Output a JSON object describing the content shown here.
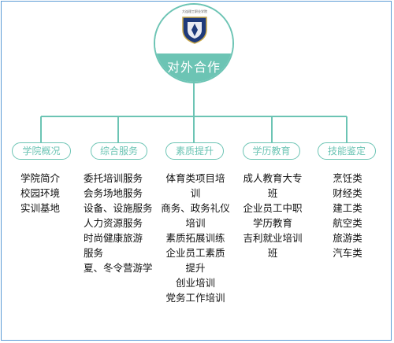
{
  "center": {
    "title": "对外合作",
    "emblem_text": "大连理工职业学院"
  },
  "categories": [
    {
      "label": "学院概况",
      "items": [
        "学院简介",
        "校园环境",
        "实训基地"
      ]
    },
    {
      "label": "综合服务",
      "items": [
        "委托培训服务",
        "会务场地服务",
        "设备、设施服务",
        "人力资源服务",
        "时尚健康旅游",
        "服务",
        "夏、冬令营游学"
      ]
    },
    {
      "label": "素质提升",
      "items": [
        "体育类项目培",
        "训",
        "商务、政务礼仪",
        "培训",
        "素质拓展训练",
        "企业员工素质",
        "提升",
        "创业培训",
        "党务工作培训"
      ]
    },
    {
      "label": "学历教育",
      "items": [
        "成人教育大专",
        "班",
        "企业员工中职",
        "学历教育",
        "吉利就业培训",
        "班"
      ]
    },
    {
      "label": "技能鉴定",
      "items": [
        "烹饪类",
        "财经类",
        "建工类",
        "航空类",
        "旅游类",
        "汽车类"
      ]
    }
  ],
  "colors": {
    "accent": "#6cc4b4",
    "frame": "#5b9bd5",
    "text": "#111111"
  }
}
